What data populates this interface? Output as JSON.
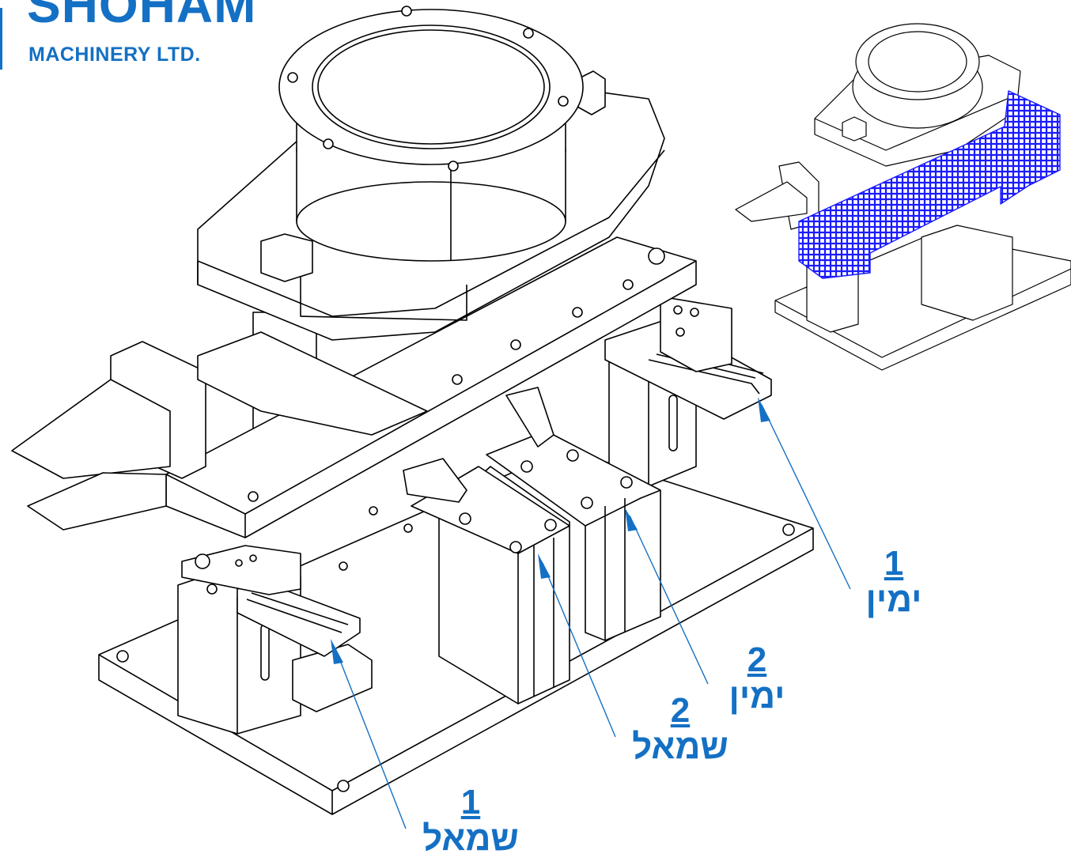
{
  "logo": {
    "name": "SHOHAM",
    "subtitle": "MACHINERY LTD."
  },
  "callouts": [
    {
      "id": "right-1",
      "number": "1",
      "label": "ימין"
    },
    {
      "id": "right-2",
      "number": "2",
      "label": "ימין"
    },
    {
      "id": "left-2",
      "number": "2",
      "label": "שמאל"
    },
    {
      "id": "left-1",
      "number": "1",
      "label": "שמאל"
    }
  ],
  "colors": {
    "brand": "#1470c4",
    "line": "#000000",
    "highlight": "#1a1aff",
    "leader": "#1470c4"
  },
  "icons": {
    "main_view": "feeder-machine-drawing",
    "inset_view": "feeder-machine-inset-drawing"
  }
}
